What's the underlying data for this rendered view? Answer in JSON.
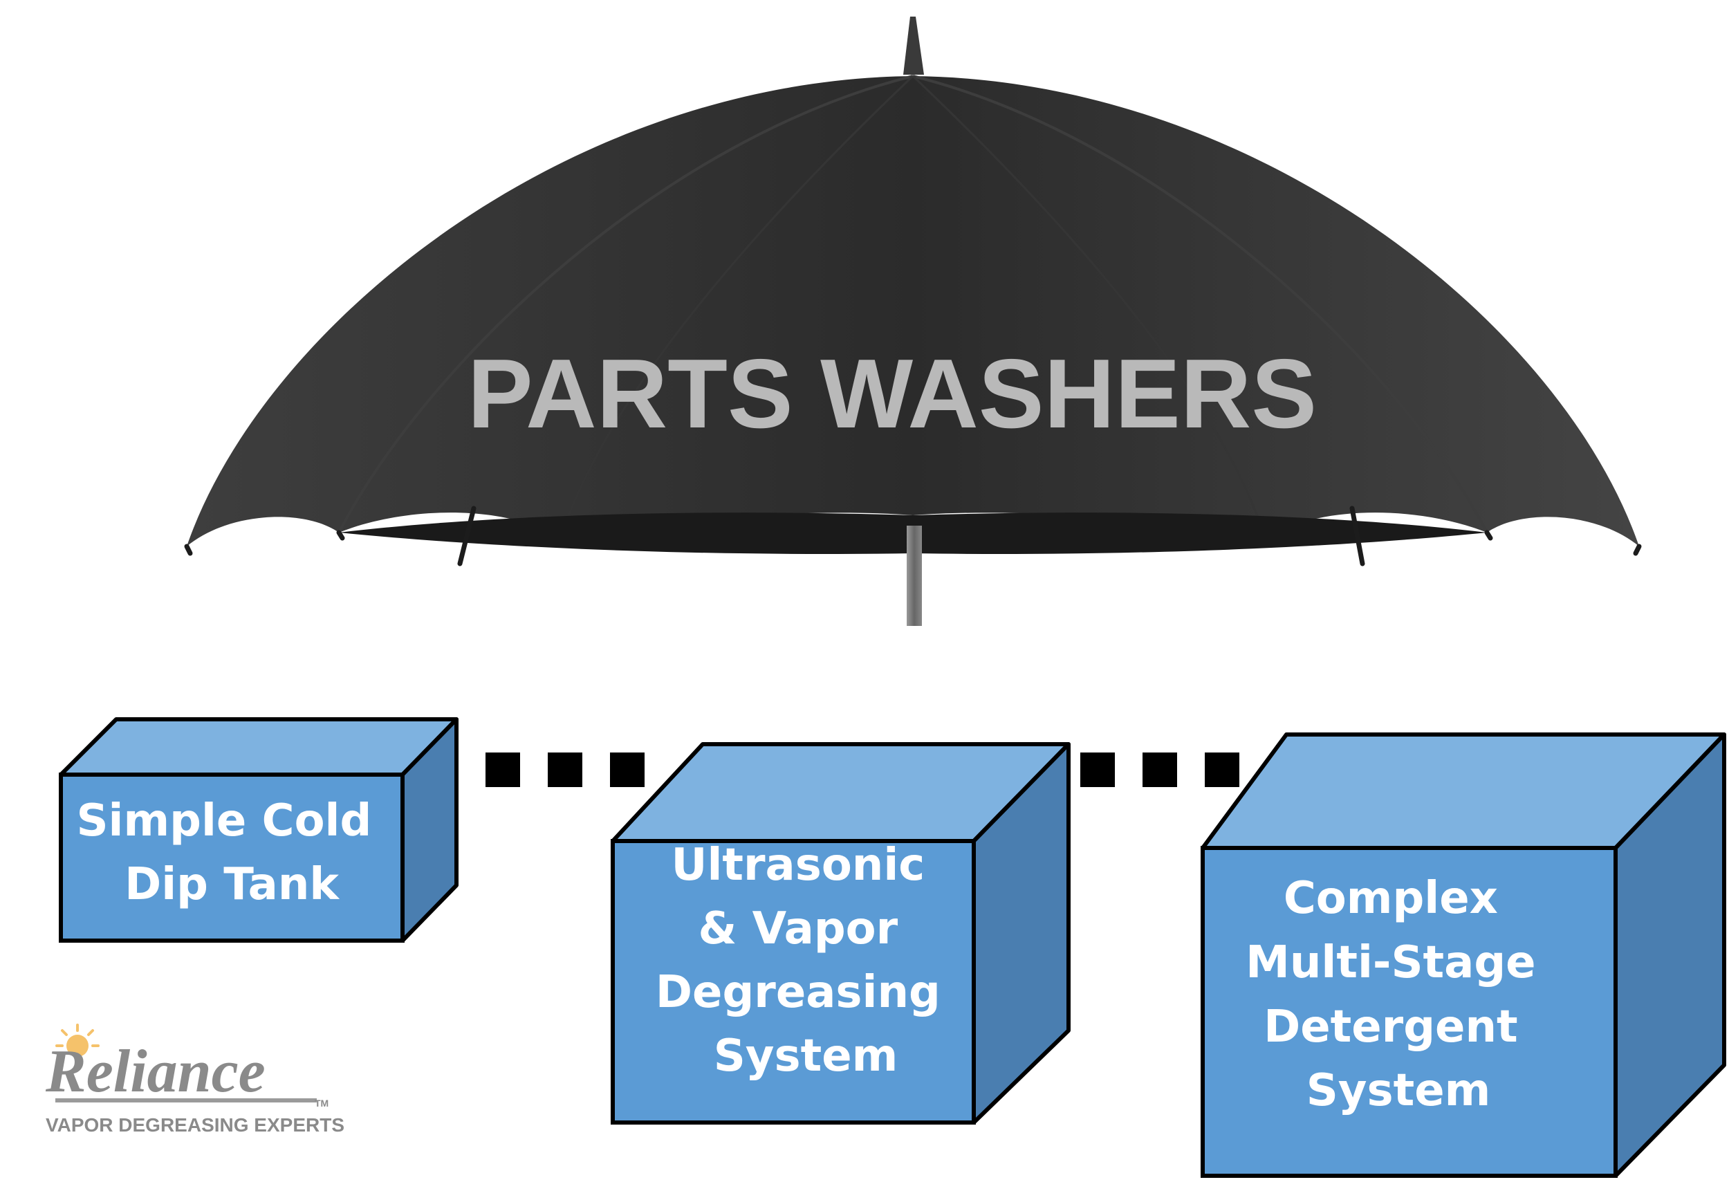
{
  "umbrella": {
    "label": "PARTS WASHERS"
  },
  "categories": [
    {
      "lines": [
        "Simple Cold",
        "Dip Tank"
      ]
    },
    {
      "lines": [
        "Ultrasonic",
        "& Vapor",
        "Degreasing",
        "System"
      ]
    },
    {
      "lines": [
        "Complex",
        "Multi-Stage",
        "Detergent",
        "System"
      ]
    }
  ],
  "logo": {
    "name": "Reliance",
    "trademark": "TM",
    "tagline": "VAPOR DEGREASING EXPERTS"
  },
  "colors": {
    "canopy": "#2e2e2e",
    "label": "#b9b9b9",
    "box_front": "#5b9bd5",
    "box_top": "#7eb2e0",
    "box_side": "#4a7eb0",
    "box_text": "#ffffff",
    "connector": "#000000",
    "logo_gray": "#8a8a8a"
  }
}
